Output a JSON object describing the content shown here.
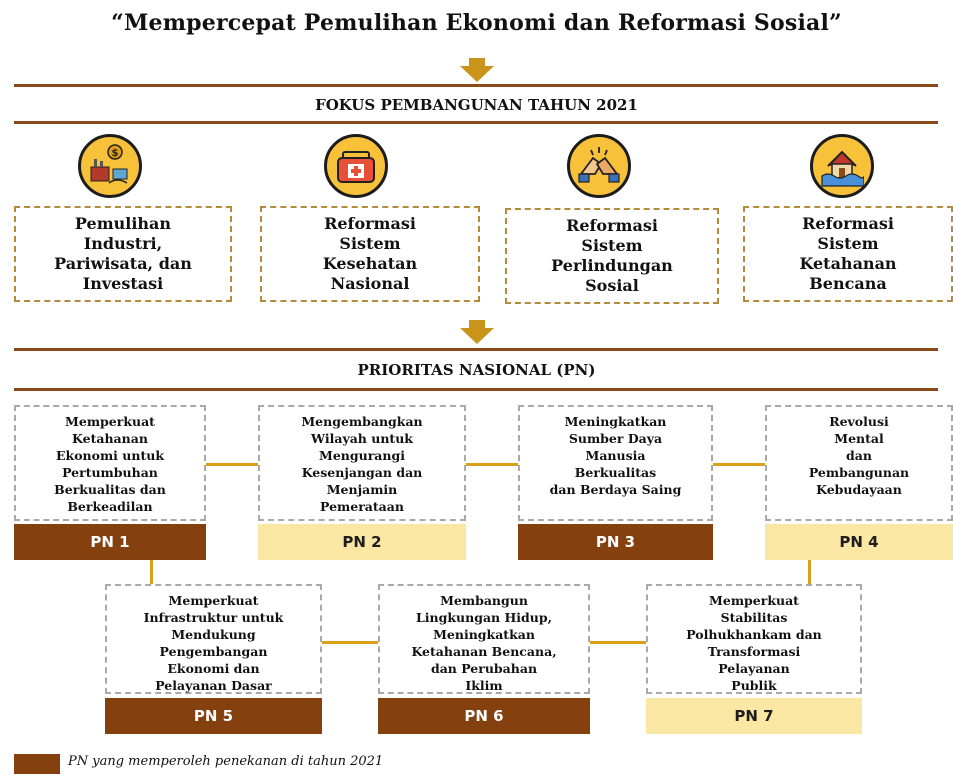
{
  "title": "“Mempercepat Pemulihan Ekonomi dan Reformasi Sosial”",
  "fokus": {
    "heading": "FOKUS PEMBANGUNAN TAHUN 2021",
    "items": [
      {
        "label": "Pemulihan\nIndustri,\nPariwisata, dan\nInvestasi",
        "icon": "industry-money-icon"
      },
      {
        "label": "Reformasi\nSistem\nKesehatan\nNasional",
        "icon": "medical-kit-icon"
      },
      {
        "label": "Reformasi\nSistem\nPerlindungan\nSosial",
        "icon": "handshake-icon"
      },
      {
        "label": "Reformasi\nSistem\nKetahanan\nBencana",
        "icon": "flooded-house-icon"
      }
    ]
  },
  "prioritas": {
    "heading": "PRIORITAS NASIONAL (PN)",
    "items": [
      {
        "tag": "PN 1",
        "text": "Memperkuat\nKetahanan\nEkonomi untuk\nPertumbuhan\nBerkualitas dan\nBerkeadilan",
        "emphasized": true
      },
      {
        "tag": "PN 2",
        "text": "Mengembangkan\nWilayah untuk\nMengurangi\nKesenjangan dan\nMenjamin\nPemerataan",
        "emphasized": false
      },
      {
        "tag": "PN 3",
        "text": "Meningkatkan\nSumber Daya\nManusia\nBerkualitas\ndan Berdaya Saing",
        "emphasized": true
      },
      {
        "tag": "PN 4",
        "text": "Revolusi\nMental\ndan\nPembangunan\nKebudayaan",
        "emphasized": false
      },
      {
        "tag": "PN 5",
        "text": "Memperkuat\nInfrastruktur untuk\nMendukung\nPengembangan\nEkonomi dan\nPelayanan Dasar",
        "emphasized": true
      },
      {
        "tag": "PN 6",
        "text": "Membangun\nLingkungan Hidup,\nMeningkatkan\nKetahanan Bencana,\ndan Perubahan\nIklim",
        "emphasized": true
      },
      {
        "tag": "PN 7",
        "text": "Memperkuat\nStabilitas\nPolhukhankam dan\nTransformasi\nPelayanan\nPublik",
        "emphasized": false
      }
    ]
  },
  "legend": {
    "text": "PN yang memperoleh penekanan di tahun 2021",
    "color": "#84400f"
  },
  "colors": {
    "accent_brown": "#84400f",
    "light_tag": "#fbe7a4",
    "arrow_gold": "#c8951a",
    "icon_yellow": "#f7c23a"
  }
}
